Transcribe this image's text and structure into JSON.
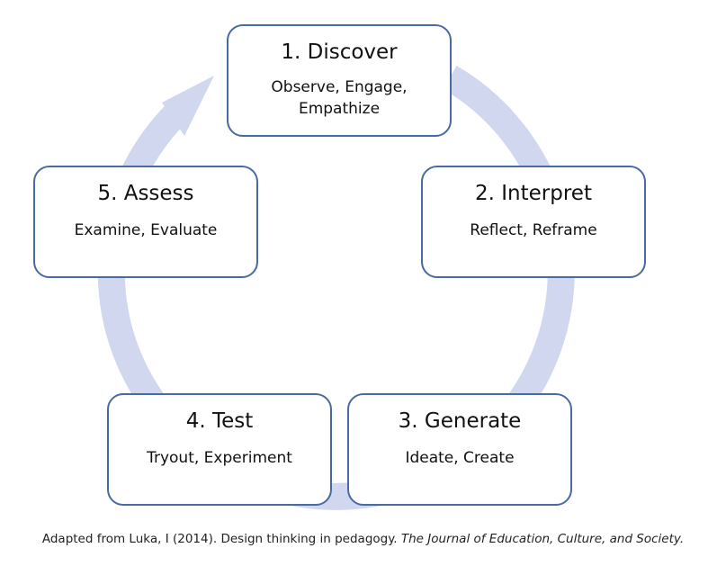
{
  "diagram": {
    "stages": [
      {
        "title": "1. Discover",
        "subtitle": "Observe, Engage, Empathize"
      },
      {
        "title": "2. Interpret",
        "subtitle": "Reflect, Reframe"
      },
      {
        "title": "3. Generate",
        "subtitle": "Ideate, Create"
      },
      {
        "title": "4. Test",
        "subtitle": "Tryout, Experiment"
      },
      {
        "title": "5. Assess",
        "subtitle": "Examine, Evaluate"
      }
    ],
    "ring_color": "#d0d7ee",
    "box_border_color": "#4a6aa4"
  },
  "caption": {
    "prefix": "Adapted from Luka, I (2014). Design thinking in pedagogy. ",
    "journal": "The Journal of Education, Culture, and Society."
  }
}
